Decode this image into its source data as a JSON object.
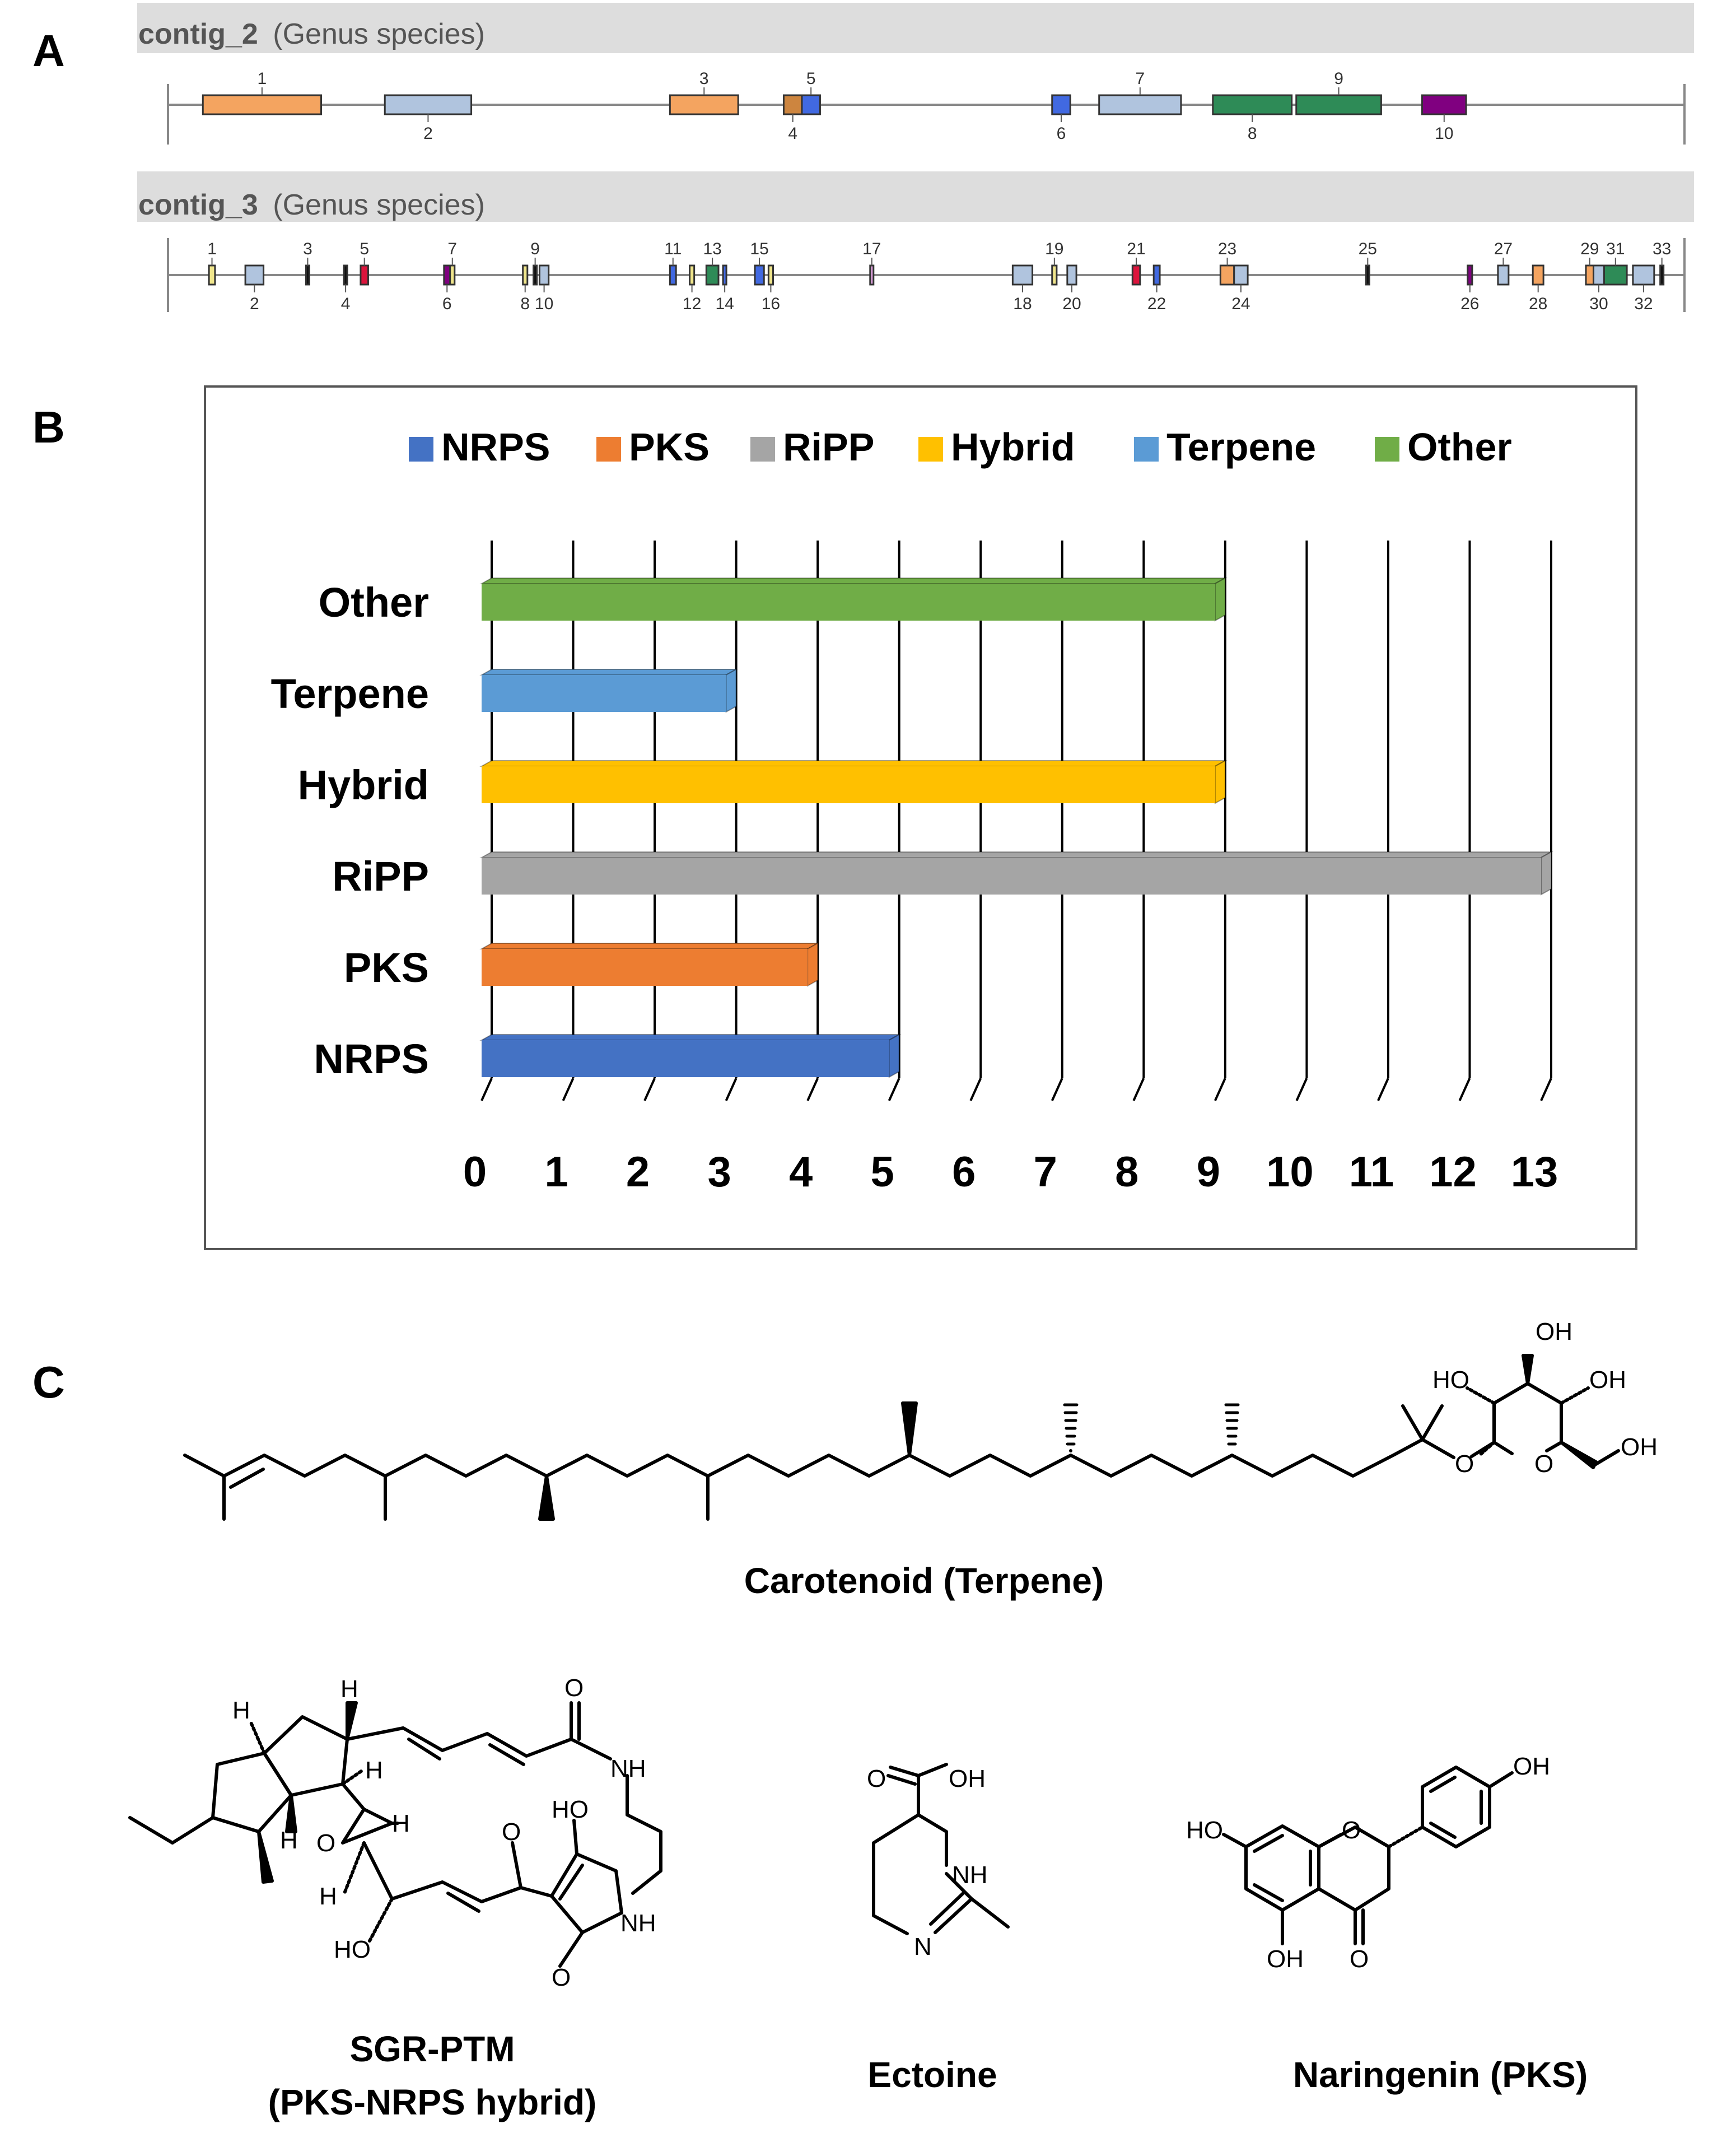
{
  "panel_labels": {
    "a": "A",
    "b": "B",
    "c": "C"
  },
  "contig2": {
    "name": "contig_2",
    "organism": "(Genus species)",
    "genes": [
      {
        "n": "1",
        "start": 0.023,
        "end": 0.101,
        "color": "#f4a460",
        "row": "top"
      },
      {
        "n": "2",
        "start": 0.143,
        "end": 0.2,
        "color": "#b0c4de",
        "row": "bottom"
      },
      {
        "n": "3",
        "start": 0.331,
        "end": 0.376,
        "color": "#f4a460",
        "row": "top"
      },
      {
        "n": "4",
        "start": 0.406,
        "end": 0.418,
        "color": "#cd853f",
        "row": "bottom"
      },
      {
        "n": "5",
        "start": 0.418,
        "end": 0.43,
        "color": "#4169e1",
        "row": "top"
      },
      {
        "n": "6",
        "start": 0.583,
        "end": 0.595,
        "color": "#4169e1",
        "row": "bottom"
      },
      {
        "n": "7",
        "start": 0.614,
        "end": 0.668,
        "color": "#b0c4de",
        "row": "top"
      },
      {
        "n": "8",
        "start": 0.689,
        "end": 0.741,
        "color": "#2e8b57",
        "row": "bottom"
      },
      {
        "n": "9",
        "start": 0.744,
        "end": 0.8,
        "color": "#2e8b57",
        "row": "top"
      },
      {
        "n": "10",
        "start": 0.827,
        "end": 0.856,
        "color": "#800080",
        "row": "bottom"
      }
    ]
  },
  "contig3": {
    "name": "contig_3",
    "organism": "(Genus species)",
    "genes": [
      {
        "n": "1",
        "start": 0.027,
        "end": 0.031,
        "color": "#f0e68c",
        "row": "top"
      },
      {
        "n": "2",
        "start": 0.051,
        "end": 0.063,
        "color": "#b0c4de",
        "row": "bottom"
      },
      {
        "n": "3",
        "start": 0.091,
        "end": 0.093,
        "color": "#111111",
        "row": "top"
      },
      {
        "n": "4",
        "start": 0.116,
        "end": 0.118,
        "color": "#111111",
        "row": "bottom"
      },
      {
        "n": "5",
        "start": 0.127,
        "end": 0.132,
        "color": "#dc143c",
        "row": "top"
      },
      {
        "n": "6",
        "start": 0.182,
        "end": 0.186,
        "color": "#800080",
        "row": "bottom"
      },
      {
        "n": "7",
        "start": 0.186,
        "end": 0.189,
        "color": "#f0e68c",
        "row": "top"
      },
      {
        "n": "8",
        "start": 0.234,
        "end": 0.237,
        "color": "#f0e68c",
        "row": "bottom"
      },
      {
        "n": "9",
        "start": 0.241,
        "end": 0.243,
        "color": "#111111",
        "row": "top"
      },
      {
        "n": "10",
        "start": 0.245,
        "end": 0.251,
        "color": "#b0c4de",
        "row": "bottom"
      },
      {
        "n": "11",
        "start": 0.331,
        "end": 0.335,
        "color": "#4169e1",
        "row": "top"
      },
      {
        "n": "12",
        "start": 0.344,
        "end": 0.347,
        "color": "#f0e68c",
        "row": "bottom"
      },
      {
        "n": "13",
        "start": 0.355,
        "end": 0.363,
        "color": "#2e8b57",
        "row": "top"
      },
      {
        "n": "14",
        "start": 0.366,
        "end": 0.368,
        "color": "#4169e1",
        "row": "bottom"
      },
      {
        "n": "15",
        "start": 0.387,
        "end": 0.393,
        "color": "#4169e1",
        "row": "top"
      },
      {
        "n": "16",
        "start": 0.396,
        "end": 0.399,
        "color": "#f0e68c",
        "row": "bottom"
      },
      {
        "n": "17",
        "start": 0.463,
        "end": 0.465,
        "color": "#dda0dd",
        "row": "top"
      },
      {
        "n": "18",
        "start": 0.557,
        "end": 0.57,
        "color": "#b0c4de",
        "row": "bottom"
      },
      {
        "n": "19",
        "start": 0.583,
        "end": 0.586,
        "color": "#f0e68c",
        "row": "top"
      },
      {
        "n": "20",
        "start": 0.593,
        "end": 0.599,
        "color": "#b0c4de",
        "row": "bottom"
      },
      {
        "n": "21",
        "start": 0.636,
        "end": 0.641,
        "color": "#dc143c",
        "row": "top"
      },
      {
        "n": "22",
        "start": 0.65,
        "end": 0.654,
        "color": "#4169e1",
        "row": "bottom"
      },
      {
        "n": "23",
        "start": 0.694,
        "end": 0.703,
        "color": "#f4a460",
        "row": "top"
      },
      {
        "n": "24",
        "start": 0.703,
        "end": 0.712,
        "color": "#b0c4de",
        "row": "bottom"
      },
      {
        "n": "25",
        "start": 0.79,
        "end": 0.792,
        "color": "#111111",
        "row": "top"
      },
      {
        "n": "26",
        "start": 0.857,
        "end": 0.86,
        "color": "#800080",
        "row": "bottom"
      },
      {
        "n": "27",
        "start": 0.877,
        "end": 0.884,
        "color": "#b0c4de",
        "row": "top"
      },
      {
        "n": "28",
        "start": 0.9,
        "end": 0.907,
        "color": "#f4a460",
        "row": "bottom"
      },
      {
        "n": "29",
        "start": 0.935,
        "end": 0.94,
        "color": "#f4a460",
        "row": "top"
      },
      {
        "n": "30",
        "start": 0.94,
        "end": 0.947,
        "color": "#b0c4de",
        "row": "bottom"
      },
      {
        "n": "31",
        "start": 0.947,
        "end": 0.962,
        "color": "#2e8b57",
        "row": "top"
      },
      {
        "n": "32",
        "start": 0.966,
        "end": 0.98,
        "color": "#b0c4de",
        "row": "bottom"
      },
      {
        "n": "33",
        "start": 0.984,
        "end": 0.986,
        "color": "#111111",
        "row": "top"
      }
    ]
  },
  "chart_data": {
    "type": "bar",
    "orientation": "horizontal",
    "categories": [
      "NRPS",
      "PKS",
      "RiPP",
      "Hybrid",
      "Terpene",
      "Other"
    ],
    "values": [
      5,
      4,
      13,
      9,
      3,
      9
    ],
    "colors": [
      "#4472c4",
      "#ed7d31",
      "#a5a5a5",
      "#ffc000",
      "#5b9bd5",
      "#70ad47"
    ],
    "legend": [
      "NRPS",
      "PKS",
      "RiPP",
      "Hybrid",
      "Terpene",
      "Other"
    ],
    "legend_position": "top",
    "xlim": [
      0,
      13
    ],
    "xticks": [
      "0",
      "1",
      "2",
      "3",
      "4",
      "5",
      "6",
      "7",
      "8",
      "9",
      "10",
      "11",
      "12",
      "13"
    ],
    "grid": true,
    "title": "",
    "xlabel": "",
    "ylabel": ""
  },
  "structures": {
    "carotenoid": {
      "caption": "Carotenoid (Terpene)"
    },
    "sgr_ptm": {
      "caption_line1": "SGR-PTM",
      "caption_line2": "(PKS-NRPS hybrid)"
    },
    "ectoine": {
      "caption": "Ectoine"
    },
    "naringenin": {
      "caption": "Naringenin (PKS)"
    }
  },
  "atom_labels": {
    "oh": "OH",
    "ho": "HO",
    "o": "O",
    "h": "H",
    "nh": "NH",
    "n": "N"
  }
}
